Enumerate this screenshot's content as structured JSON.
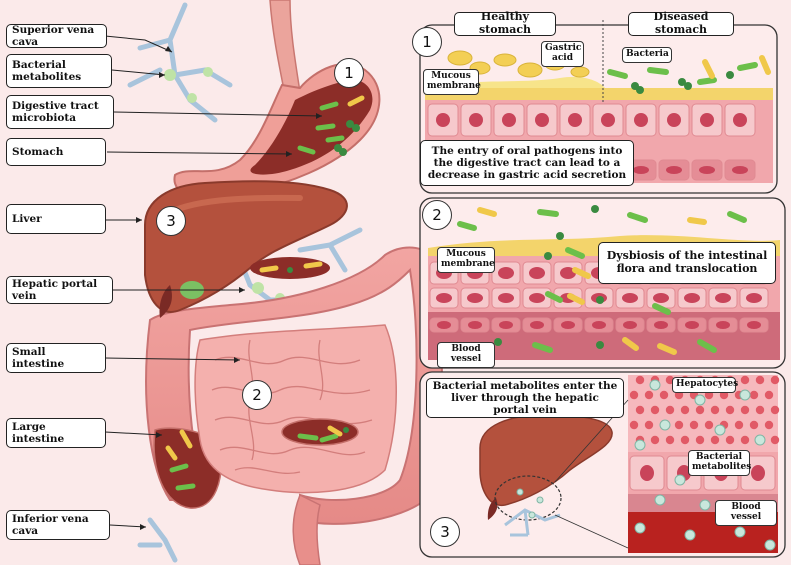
{
  "left_labels": {
    "superior_vena_cava": "Superior vena cava",
    "bacterial_metabolites": "Bacterial metabolites",
    "digestive_tract_microbiota": "Digestive tract microbiota",
    "stomach": "Stomach",
    "liver": "Liver",
    "hepatic_portal_vein": "Hepatic portal vein",
    "small_intestine": "Small intestine",
    "large_intestine": "Large intestine",
    "inferior_vena_cava": "Inferior vena cava"
  },
  "markers": {
    "one": "1",
    "two": "2",
    "three": "3"
  },
  "panel1": {
    "healthy_title": "Healthy stomach",
    "diseased_title": "Diseased stomach",
    "gastric_acid": "Gastric acid",
    "bacteria": "Bacteria",
    "mucous_membrane": "Mucous membrane",
    "caption": "The entry of oral pathogens into the digestive tract can lead to a decrease in gastric acid secretion"
  },
  "panel2": {
    "mucous_membrane": "Mucous membrane",
    "caption": "Dysbiosis of the intestinal flora and translocation",
    "blood_vessel": "Blood vessel"
  },
  "panel3": {
    "caption": "Bacterial metabolites enter the liver through the hepatic portal vein",
    "hepatocytes": "Hepatocytes",
    "bacterial_metabolites": "Bacterial metabolites",
    "blood_vessel": "Blood vessel"
  },
  "colors": {
    "tissue": "#e8918f",
    "cell_pink": "#f6c9cc",
    "nucleus": "#c9445a",
    "organ": "#b4513d",
    "bacteria": "#6cbf4a",
    "vessel": "#9dbcd8",
    "mucus": "#f2d86a"
  }
}
